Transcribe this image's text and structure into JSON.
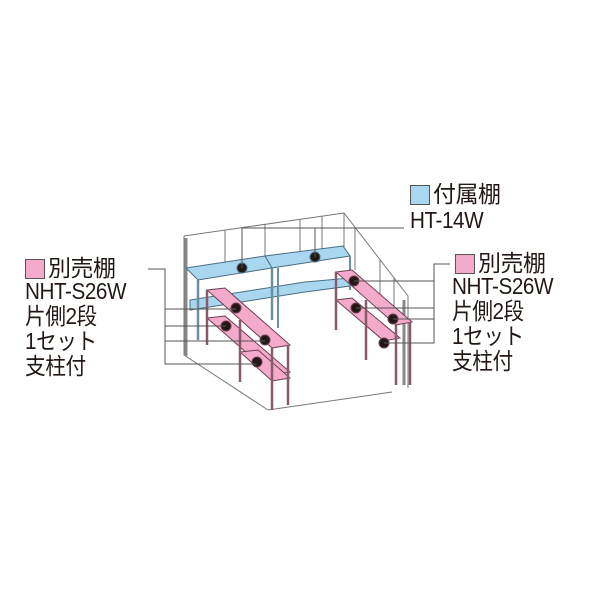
{
  "colors": {
    "included_shelf": "#aad7f0",
    "sold_separately_shelf": "#f3aacb",
    "frame_stroke": "#555555",
    "text": "#231815"
  },
  "legend_included": {
    "icon": "light-blue-square",
    "title": "付属棚",
    "model": "HT-14W"
  },
  "legend_left": {
    "icon": "pink-square",
    "title": "別売棚",
    "lines": [
      "NHT-S26W",
      "片側2段",
      "1セット",
      "支柱付"
    ]
  },
  "legend_right": {
    "icon": "pink-square",
    "title": "別売棚",
    "lines": [
      "NHT-S26W",
      "片側2段",
      "1セット",
      "支柱付"
    ]
  }
}
